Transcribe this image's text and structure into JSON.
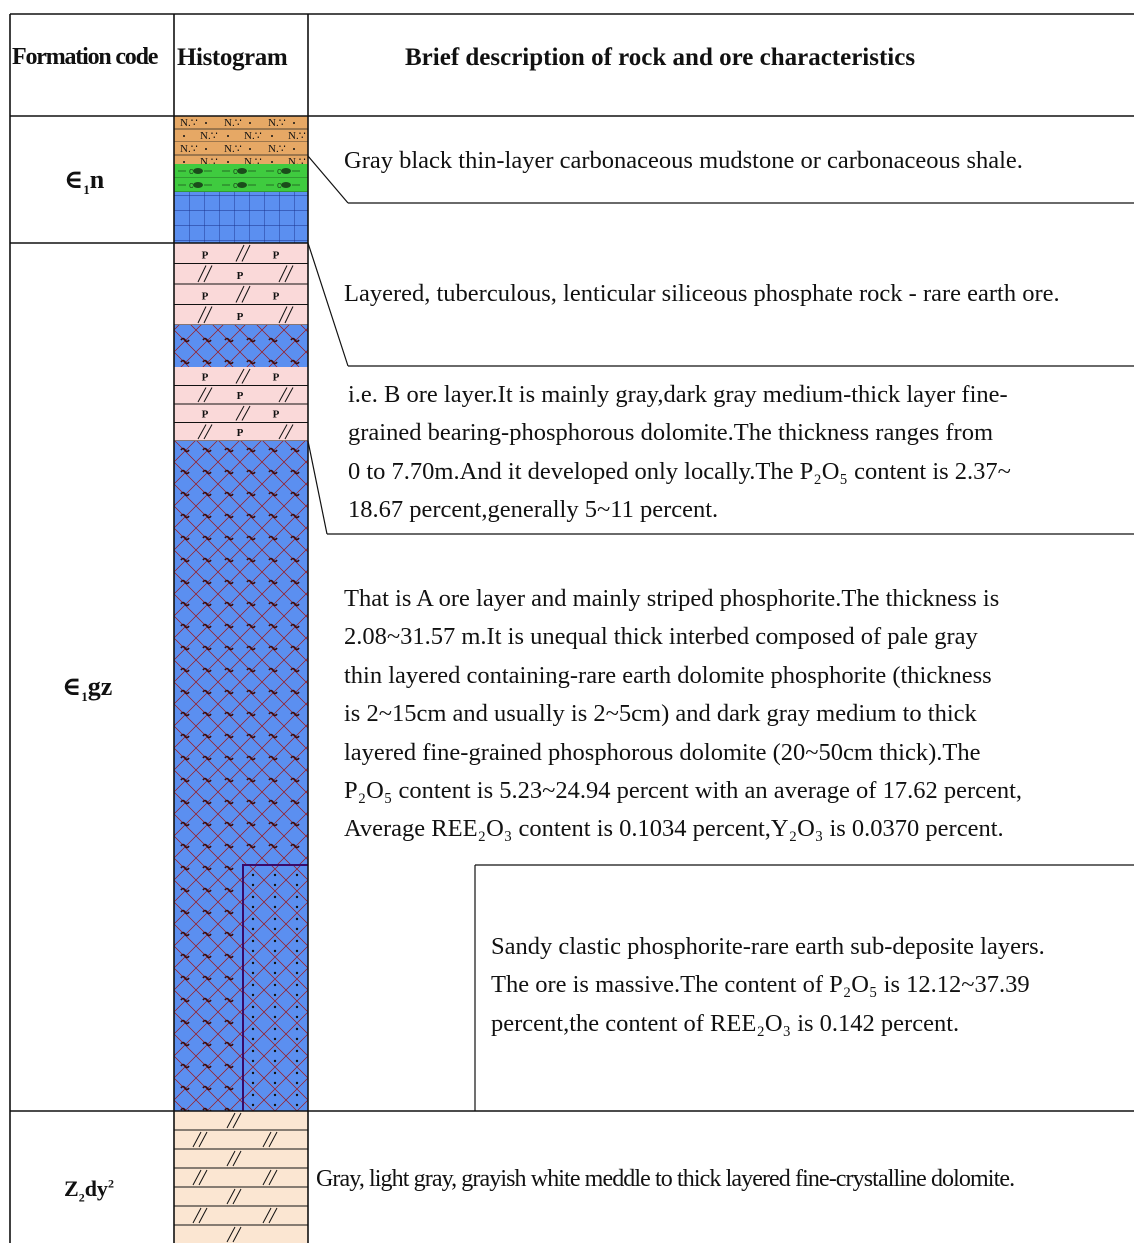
{
  "header": {
    "formation_code": "Formation code",
    "histogram": "Histogram",
    "description": "Brief description of rock and ore characteristics"
  },
  "formations": [
    {
      "symbol": "∈",
      "sub": "1",
      "suffix": "n"
    },
    {
      "symbol": "∈",
      "sub": "1",
      "suffix": "gz"
    },
    {
      "symbol": "Z",
      "sub": "2",
      "suffix": "dy",
      "sup": "2"
    }
  ],
  "lithology_marks": {
    "phosphate": "P",
    "siltstone": "N.∵"
  },
  "descriptions": [
    "Gray black thin-layer carbonaceous mudstone or carbonaceous shale.",
    "Layered, tuberculous, lenticular siliceous phosphate rock - rare earth ore.",
    [
      "i.e. B ore layer.It is mainly gray,dark gray medium-thick layer fine-",
      "grained bearing-phosphorous dolomite.The thickness ranges from",
      "0 to 7.70m.And it developed only locally.The P₂O₅ content is 2.37~",
      "18.67 percent,generally 5~11 percent."
    ],
    [
      "That is A ore layer and mainly striped phosphorite.The thickness is",
      "2.08~31.57 m.It is unequal thick interbed composed of pale gray",
      "thin layered containing-rare earth dolomite phosphorite (thickness",
      "is 2~15cm and usually is 2~5cm) and dark gray medium to thick",
      "layered fine-grained phosphorous dolomite (20~50cm thick).The",
      "P₂O₅ content is 5.23~24.94 percent with an average of 17.62 percent,",
      "Average REE₂O₃ content is 0.1034 percent,Y₂O₃ is 0.0370 percent."
    ],
    [
      "Sandy clastic phosphorite-rare earth sub-deposite layers.",
      "The ore is massive.The content of P₂O₅ is 12.12~37.39",
      "percent,the content of REE₂O₃ is 0.142 percent."
    ],
    "Gray, light gray, grayish white meddle to thick layered fine-crystalline dolomite."
  ],
  "colors": {
    "sandstone": "#e6a865",
    "mudstone": "#3fcb3f",
    "blue_layer": "#5b8ff0",
    "phosphate_pink": "#fad9d9",
    "dolomite_beige": "#fbe6d2",
    "pattern_red": "#a01414",
    "pattern_dark": "#5a1010"
  }
}
